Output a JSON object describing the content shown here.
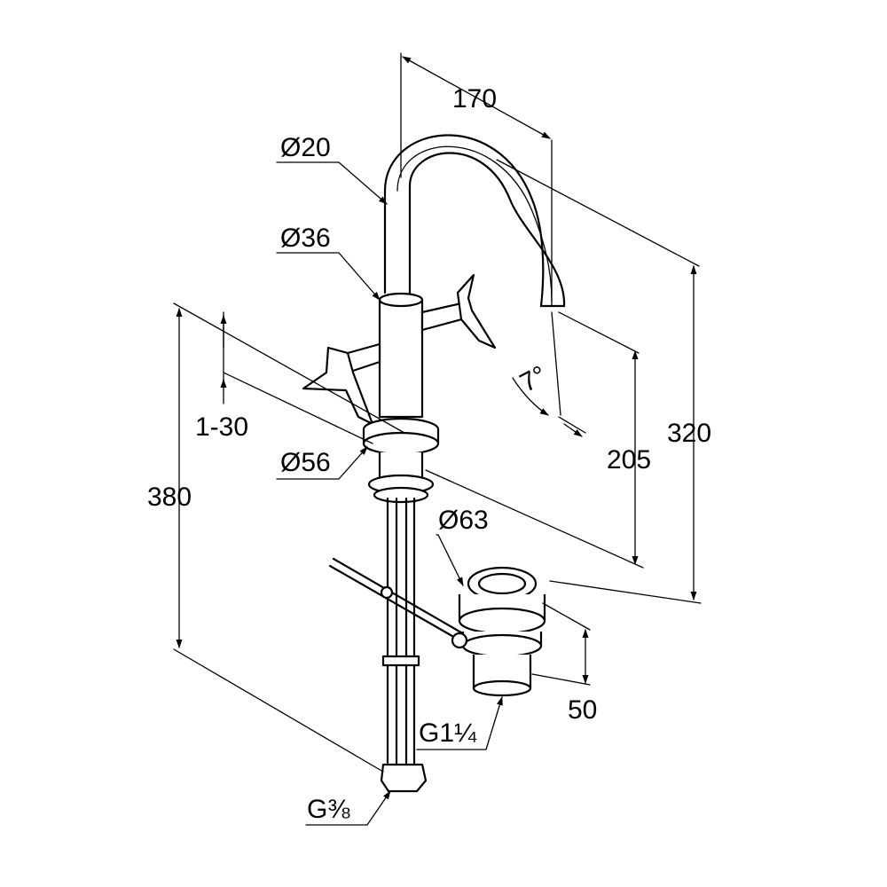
{
  "dimensions": {
    "spout_reach": "170",
    "spout_diameter": "Ø20",
    "body_diameter": "Ø36",
    "base_diameter": "Ø56",
    "adjust_range": "1-30",
    "total_height": "380",
    "spout_height": "205",
    "overall_height": "320",
    "spout_angle": "7°",
    "waste_diameter": "Ø63",
    "waste_height": "50",
    "waste_thread": "G1¼",
    "hose_thread": "G⅜"
  }
}
